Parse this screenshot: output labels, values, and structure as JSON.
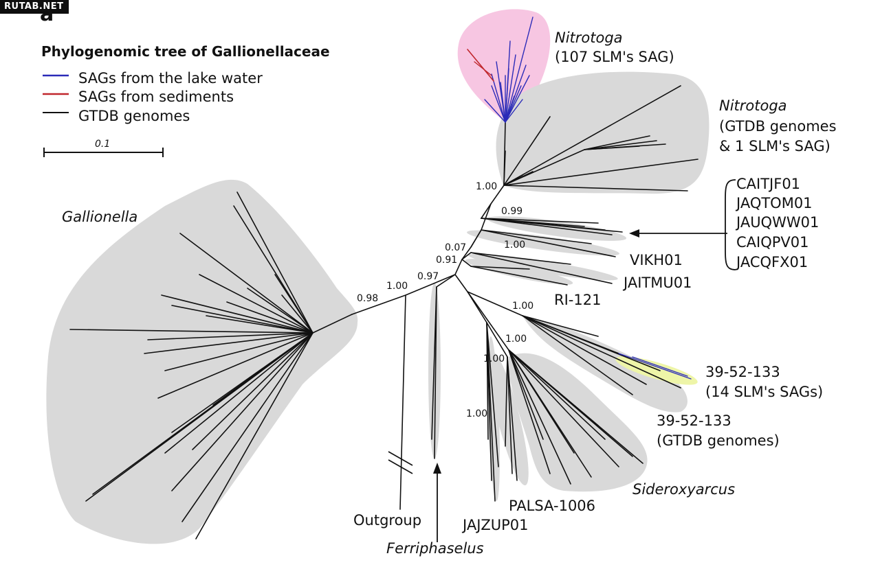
{
  "watermark": "RUTAB.NET",
  "panel_letter": "a",
  "legend": {
    "title": "Phylogenomic tree of Gallionellaceae",
    "items": [
      {
        "label": "SAGs from the lake water",
        "color": "#2b2bb8"
      },
      {
        "label": "SAGs from sediments",
        "color": "#c0262c"
      },
      {
        "label": "GTDB genomes",
        "color": "#111111"
      }
    ],
    "scale_label": "0.1"
  },
  "colors": {
    "clade_fill": "#d9d9d9",
    "nitrotoga_sag_fill": "#f7c6e2",
    "sag_highlight_fill": "#eef5a8",
    "branch": "#111111"
  },
  "clades": {
    "nitrotoga_sag": {
      "name": "Nitrotoga",
      "detail": "(107 SLM's SAG)"
    },
    "nitrotoga_gtdb": {
      "name": "Nitrotoga",
      "detail1": "(GTDB genomes",
      "detail2": "& 1 SLM's SAG)"
    },
    "gallionella": "Gallionella",
    "vikh": "VIKH01",
    "jaitmu": "JAITMU01",
    "ri121": "RI-121",
    "group39_sag": {
      "name": "39-52-133",
      "detail": "(14 SLM's SAGs)"
    },
    "group39_gtdb": {
      "name": "39-52-133",
      "detail": "(GTDB genomes)"
    },
    "sideroxyarcus": "Sideroxyarcus",
    "palsa": "PALSA-1006",
    "jajzup": "JAJZUP01",
    "outgroup": "Outgroup",
    "ferriphaselus": "Ferriphaselus",
    "arrow_group": [
      "CAITJF01",
      "JAQTOM01",
      "JAUQWW01",
      "CAIQPV01",
      "JACQFX01"
    ]
  },
  "support": {
    "nitrotoga": "1.00",
    "n099": "0.99",
    "n100a": "1.00",
    "n007": "0.07",
    "n091": "0.91",
    "n097": "0.97",
    "n100b": "1.00",
    "n098": "0.98",
    "n100c": "1.00",
    "n100d": "1.00",
    "n100e": "1.00",
    "n100f": "1.00"
  }
}
